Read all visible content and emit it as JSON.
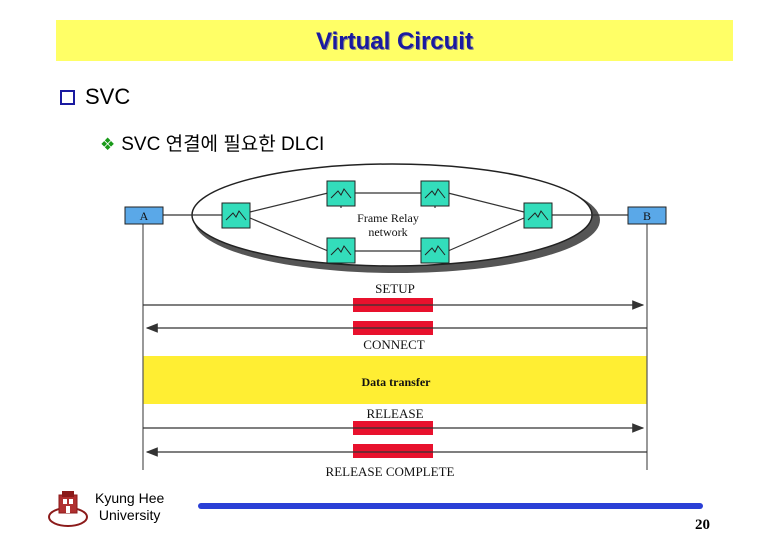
{
  "slide": {
    "title": "Virtual Circuit",
    "bullet1": "SVC",
    "bullet2": "SVC 연결에 필요한 DLCI"
  },
  "diagram": {
    "endpoint_a": "A",
    "endpoint_b": "B",
    "network_label_line1": "Frame Relay",
    "network_label_line2": "network",
    "messages": {
      "setup": "SETUP",
      "connect": "CONNECT",
      "data_transfer": "Data transfer",
      "release": "RELEASE",
      "release_complete": "RELEASE COMPLETE"
    },
    "colors": {
      "switch": "#33ddbb",
      "endpoint": "#5aa8e8",
      "message_bar": "#e8112d",
      "data_band": "#ffee33"
    }
  },
  "footer": {
    "institution_line1": "Kyung Hee",
    "institution_line2": "University",
    "page_number": "20"
  }
}
